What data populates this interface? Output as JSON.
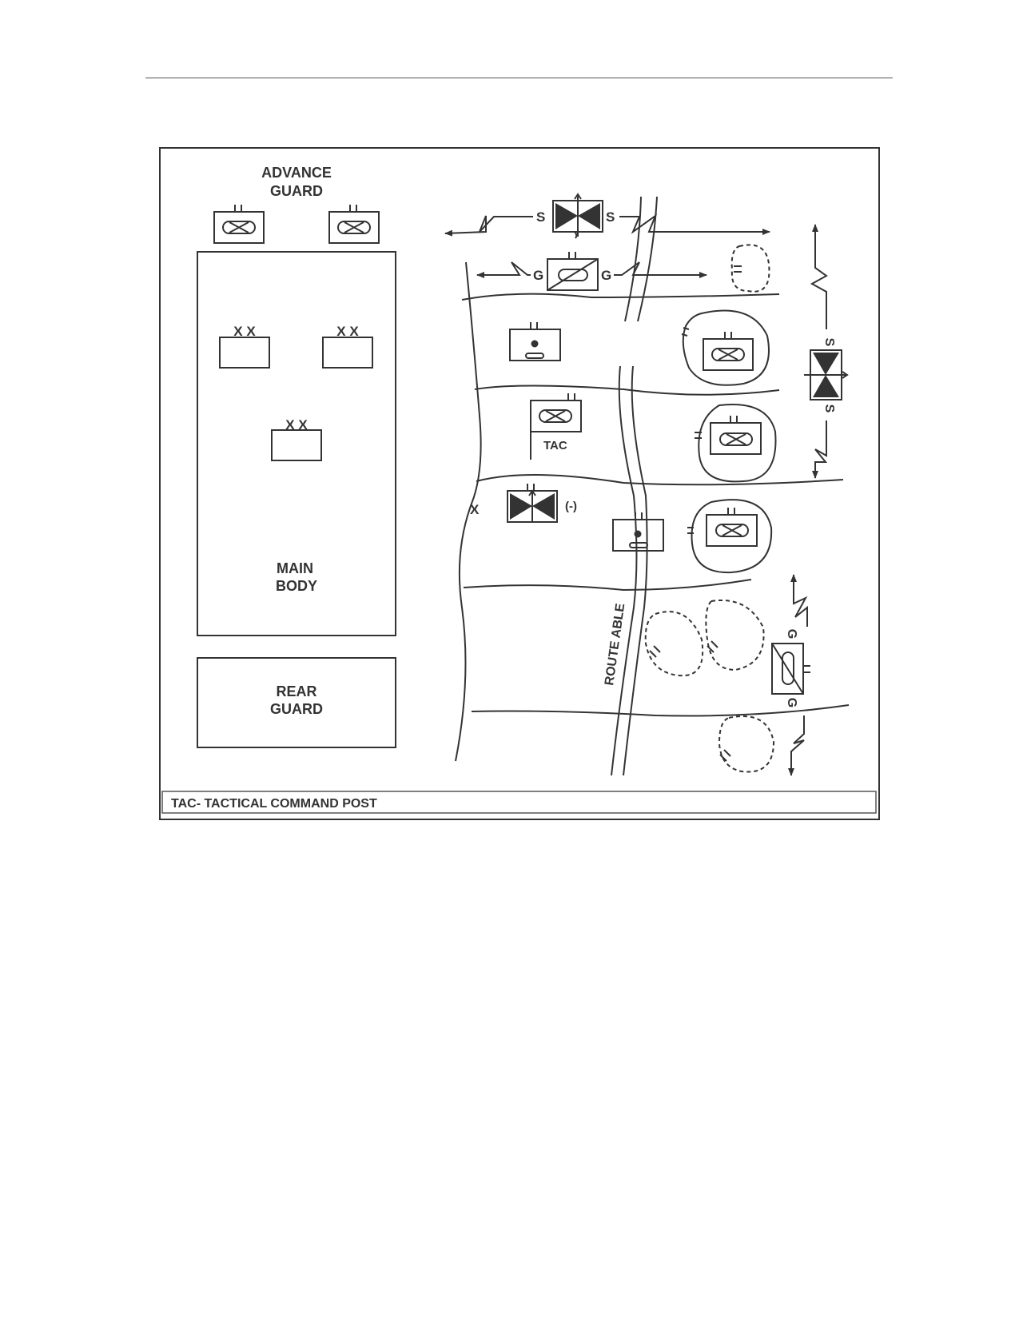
{
  "figure": {
    "advance_guard": [
      "ADVANCE",
      "GUARD"
    ],
    "main_body": [
      "MAIN",
      "BODY"
    ],
    "rear_guard": [
      "REAR",
      "GUARD"
    ],
    "division_marker": "X X",
    "brigade_boundary_marker": "X",
    "screen_marker": "S",
    "guard_marker": "G",
    "tac_label": "TAC",
    "reduced_marker": "(-)",
    "route_label": "ROUTE ABLE",
    "legend": "TAC- TACTICAL COMMAND POST"
  },
  "colors": {
    "ink": "#333333",
    "background": "#ffffff"
  }
}
